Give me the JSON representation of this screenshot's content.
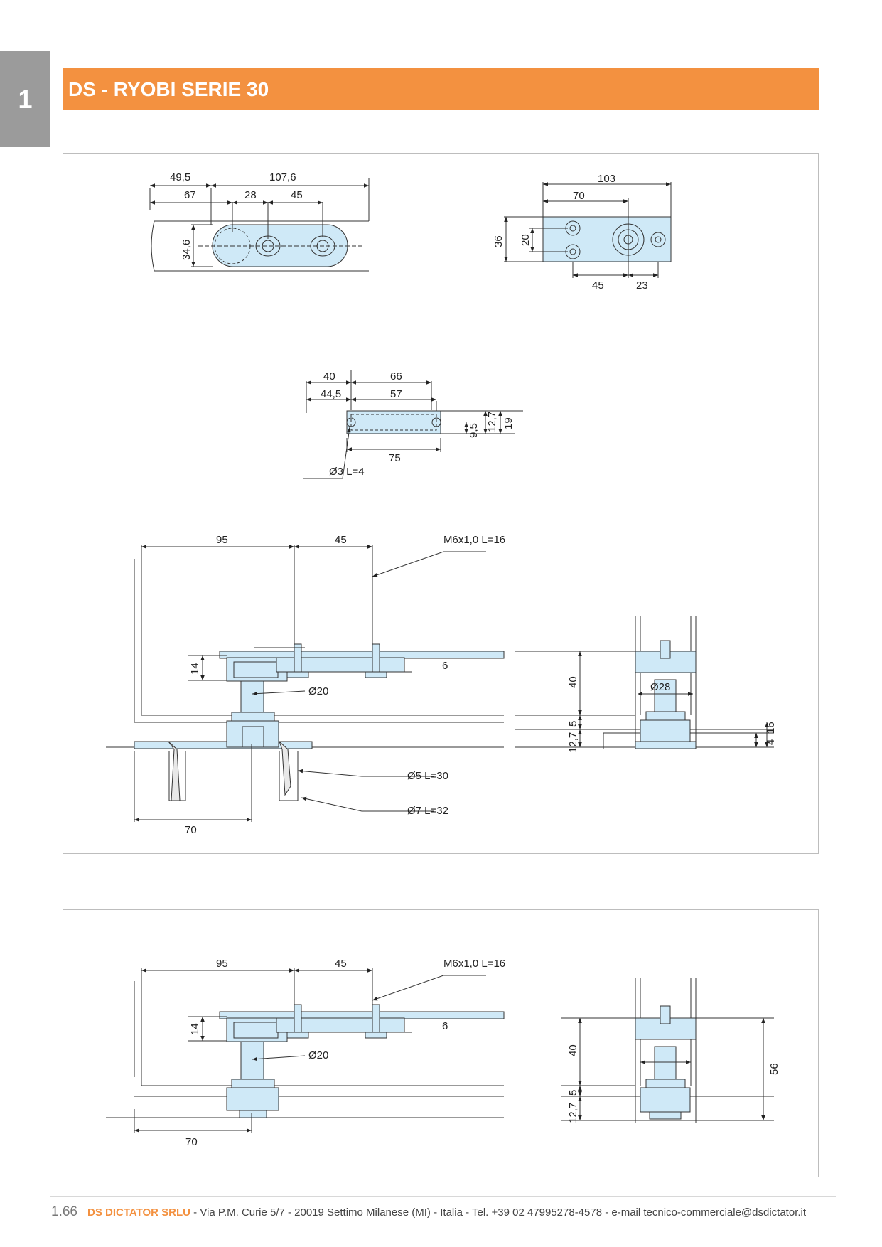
{
  "section_number": "1",
  "title": "DS - RYOBI SERIE 30",
  "panel_top": {
    "bracket_left": {
      "d1": "49,5",
      "d2": "107,6",
      "d3": "67",
      "d4": "28",
      "d5": "45",
      "d6": "34,6"
    },
    "bracket_right": {
      "d1": "103",
      "d2": "70",
      "d3": "36",
      "d4": "20",
      "d5": "45",
      "d6": "23"
    },
    "plate": {
      "d1": "40",
      "d2": "66",
      "d3": "44,5",
      "d4": "57",
      "d5": "75",
      "d6": "9,5",
      "d7": "12,7",
      "d8": "19",
      "screw": "Ø3 L=4"
    },
    "assembly": {
      "d95": "95",
      "d45": "45",
      "bolt": "M6x1,0 L=16",
      "d14": "14",
      "d6": "6",
      "pin": "Ø20",
      "screw1": "Ø5 L=30",
      "screw2": "Ø7 L=32",
      "d70": "70"
    },
    "side": {
      "d40": "40",
      "d5": "5",
      "d127": "12,7",
      "pin": "Ø28",
      "d4": "4",
      "d16": "16"
    }
  },
  "panel_bottom": {
    "assembly": {
      "d95": "95",
      "d45": "45",
      "bolt": "M6x1,0 L=16",
      "d14": "14",
      "d6": "6",
      "pin": "Ø20",
      "d70": "70"
    },
    "side": {
      "d40": "40",
      "d5": "5",
      "d127": "12,7",
      "d56": "56"
    }
  },
  "footer": {
    "page": "1.66",
    "company": "DS DICTATOR SRLU",
    "address": " - Via P.M. Curie 5/7 - 20019 Settimo Milanese (MI) - Italia - Tel. +39 02 47995278-4578 - e-mail tecnico-commerciale@dsdictator.it"
  },
  "colors": {
    "accent": "#f39140",
    "tab": "#9b9b9b",
    "part_fill": "#cfe9f7"
  }
}
